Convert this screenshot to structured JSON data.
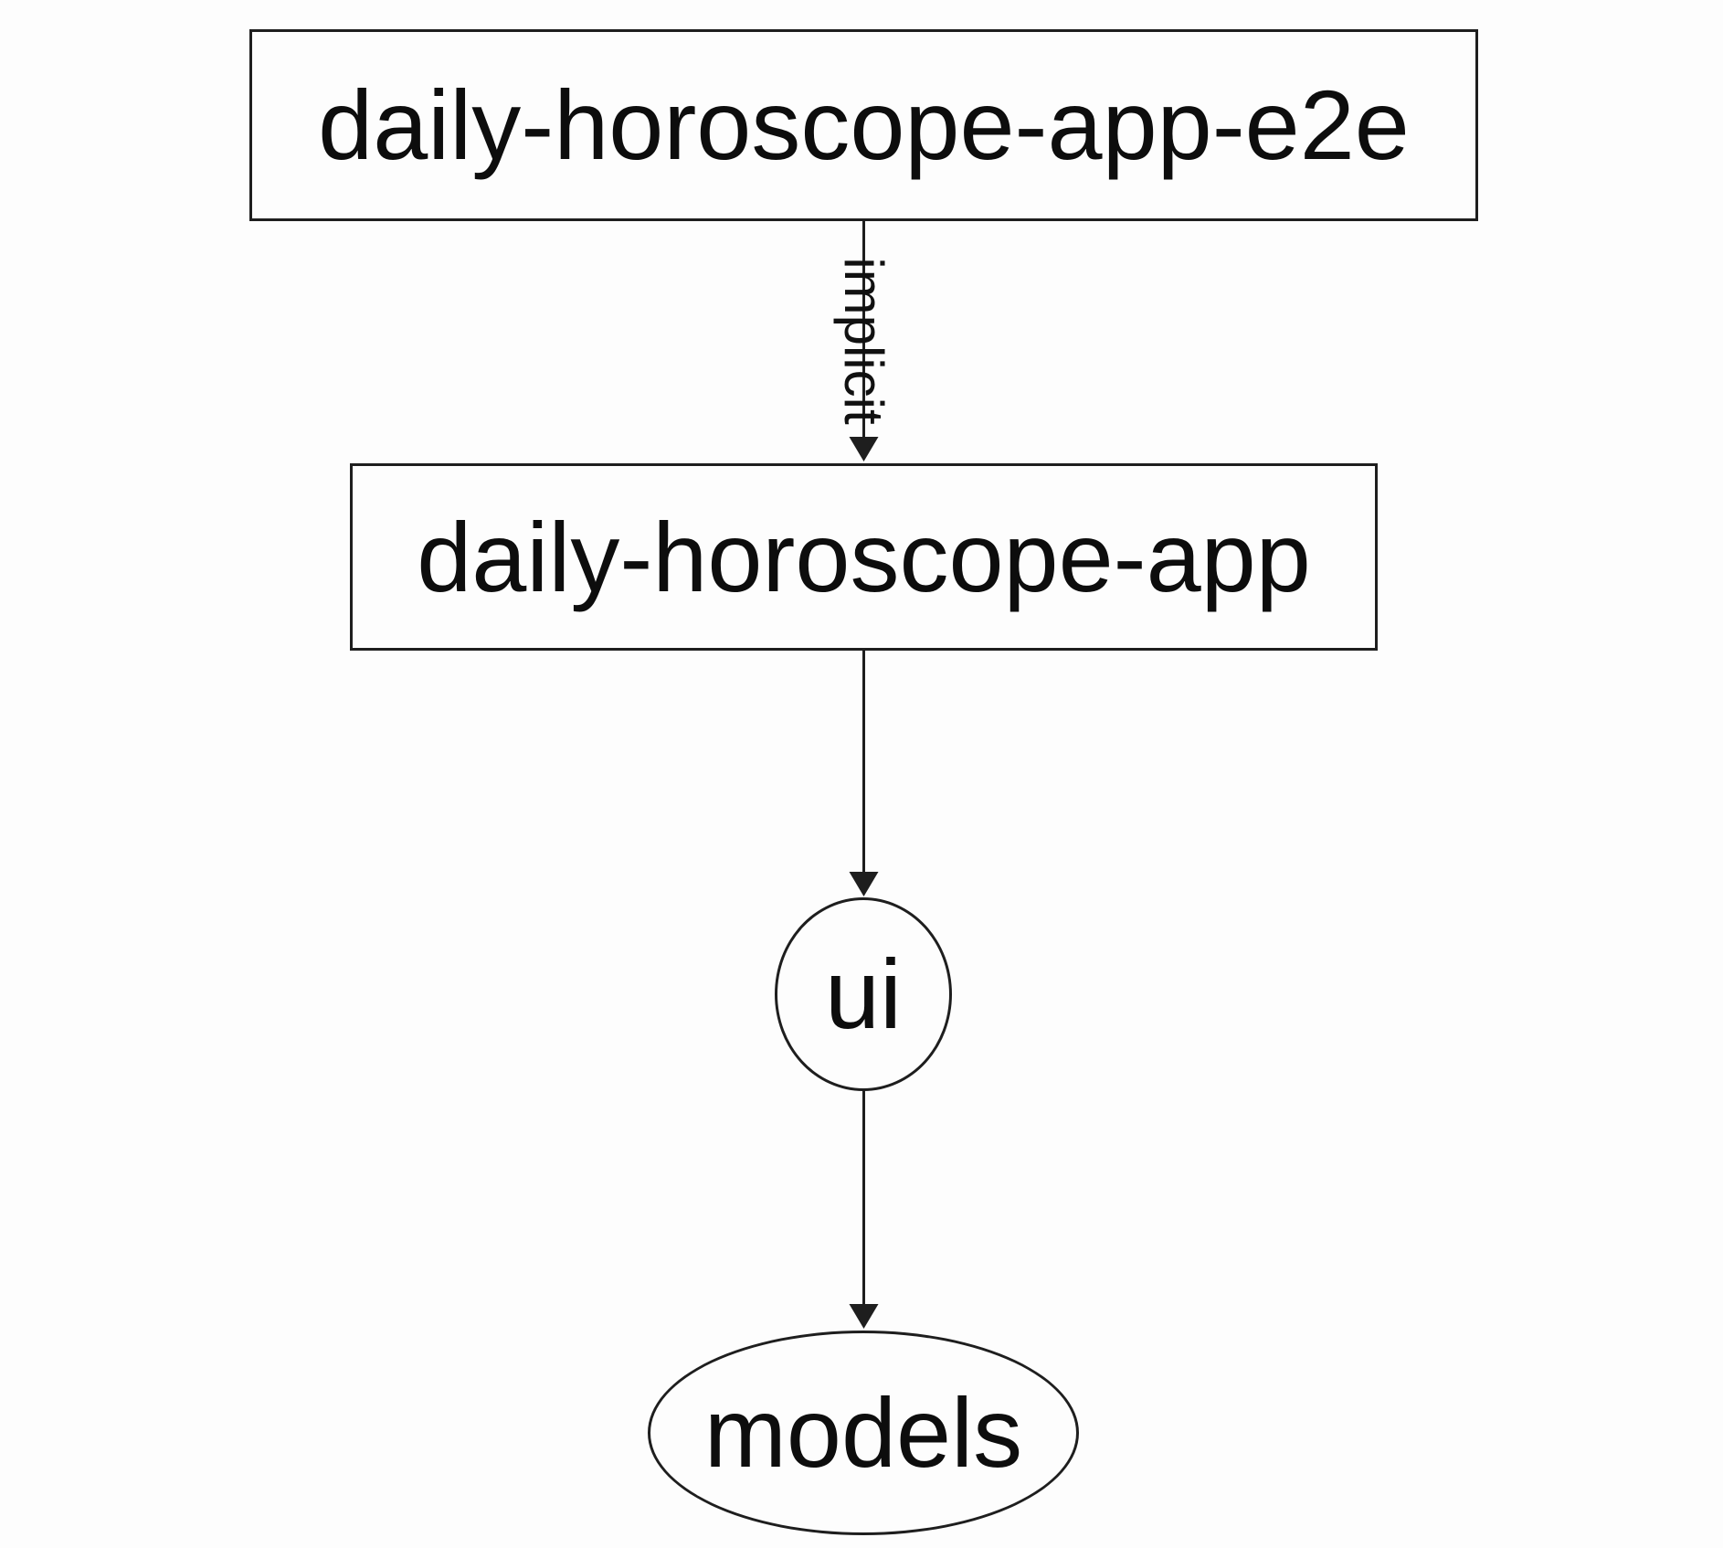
{
  "diagram": {
    "type": "dependency-graph",
    "background_color": "#fdfdfd",
    "stroke_color": "#1e1e1e",
    "text_color": "#0d0d0d",
    "nodes": [
      {
        "id": "daily-horoscope-app-e2e",
        "label": "daily-horoscope-app-e2e",
        "shape": "rectangle"
      },
      {
        "id": "daily-horoscope-app",
        "label": "daily-horoscope-app",
        "shape": "rectangle"
      },
      {
        "id": "ui",
        "label": "ui",
        "shape": "ellipse"
      },
      {
        "id": "models",
        "label": "models",
        "shape": "ellipse"
      }
    ],
    "edges": [
      {
        "from": "daily-horoscope-app-e2e",
        "to": "daily-horoscope-app",
        "label": "implicit"
      },
      {
        "from": "daily-horoscope-app",
        "to": "ui",
        "label": ""
      },
      {
        "from": "ui",
        "to": "models",
        "label": ""
      }
    ]
  }
}
